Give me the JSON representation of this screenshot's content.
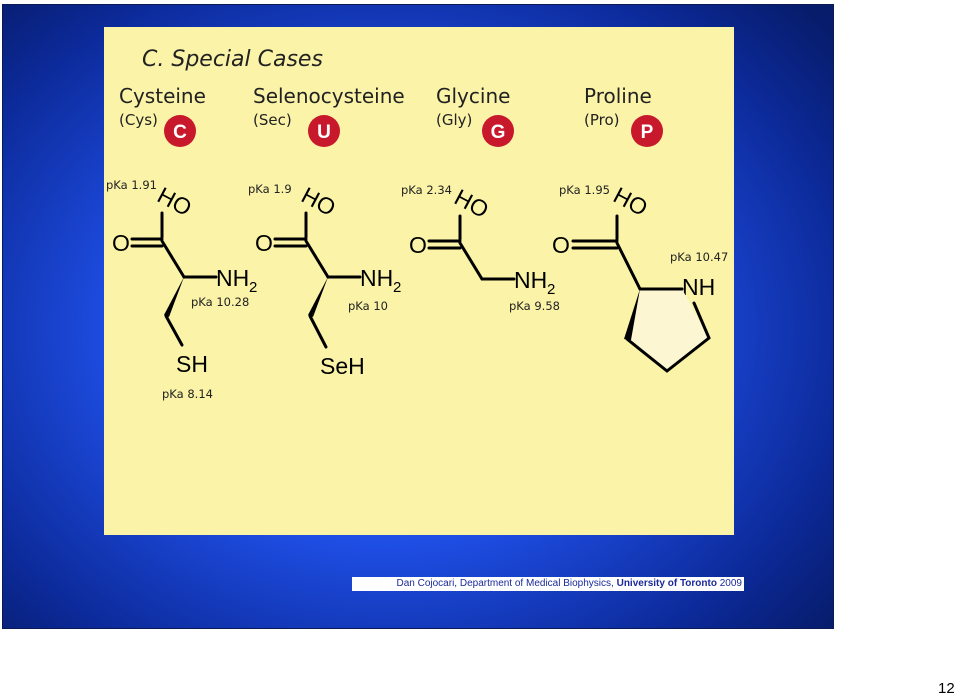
{
  "title": "C. Special Cases",
  "amino_acids": [
    {
      "name": "Cysteine",
      "abbr": "(Cys)",
      "letter": "C",
      "pka_carboxyl": "pKa 1.91",
      "pka_amine": "pKa 10.28",
      "side_chain": "SH",
      "pka_side": "pKa 8.14"
    },
    {
      "name": "Selenocysteine",
      "abbr": "(Sec)",
      "letter": "U",
      "pka_carboxyl": "pKa 1.9",
      "pka_amine": "pKa 10",
      "side_chain": "SeH"
    },
    {
      "name": "Glycine",
      "abbr": "(Gly)",
      "letter": "G",
      "pka_carboxyl": "pKa 2.34",
      "pka_amine": "pKa 9.58"
    },
    {
      "name": "Proline",
      "abbr": "(Pro)",
      "letter": "P",
      "pka_carboxyl": "pKa 1.95",
      "pka_amine": "pKa 10.47"
    }
  ],
  "atoms": {
    "ho": "HO",
    "o": "O",
    "nh": "NH",
    "two": "2"
  },
  "credit": {
    "author": "Dan Cojocari, Department of Medical Biophysics,",
    "institution": "University of Toronto",
    "year": "2009"
  },
  "page_number": "12",
  "colors": {
    "badge": "#c8192c",
    "panel": "#faf3a8",
    "slide_blue": "#1f4fe6"
  }
}
